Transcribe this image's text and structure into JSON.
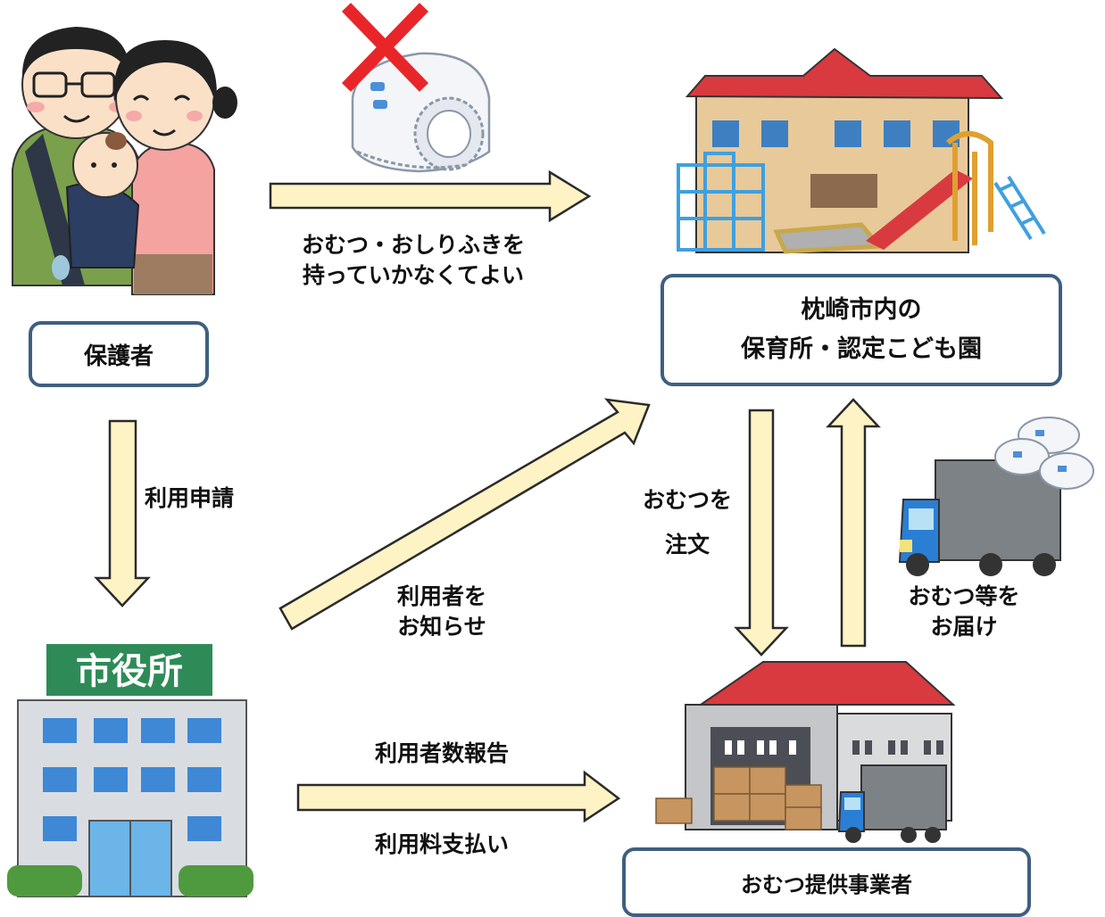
{
  "nodes": {
    "guardian": "保護者",
    "facility_line1": "枕崎市内の",
    "facility_line2": "保育所・認定こども園",
    "supplier": "おむつ提供事業者",
    "city_hall_sign": "市役所"
  },
  "edges": {
    "no_diapers_line1": "おむつ・おしりふきを",
    "no_diapers_line2": "持っていかなくてよい",
    "apply": "利用申請",
    "notify_line1": "利用者を",
    "notify_line2": "お知らせ",
    "order_line1": "おむつを",
    "order_line2": "注文",
    "deliver_line1": "おむつ等を",
    "deliver_line2": "お届け",
    "report": "利用者数報告",
    "payment": "利用料支払い"
  },
  "colors": {
    "arrow_fill": "#fdf3c4",
    "arrow_stroke": "#2b2b2b",
    "box_border": "#3f5f80",
    "cross": "#e8262a",
    "roof": "#d83a3f",
    "sign_green": "#2e8b57"
  },
  "icons": [
    "family-icon",
    "diaper-icon",
    "cross-mark-icon",
    "nursery-school-icon",
    "city-hall-icon",
    "warehouse-icon",
    "delivery-truck-icon"
  ]
}
